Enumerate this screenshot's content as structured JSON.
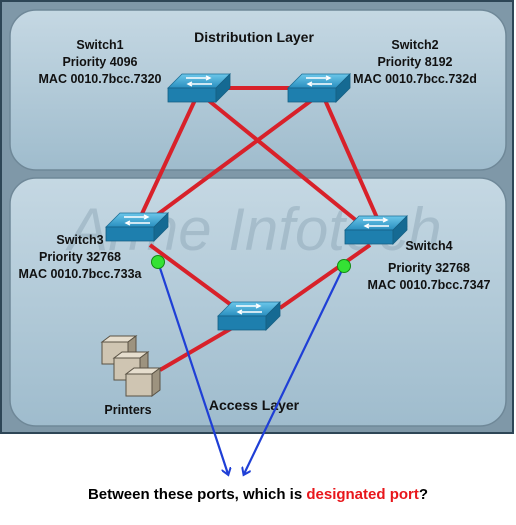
{
  "layers": {
    "distribution": "Distribution Layer",
    "access": "Access Layer"
  },
  "switches": {
    "switch1": {
      "name": "Switch1",
      "priority": "Priority 4096",
      "mac": "MAC 0010.7bcc.7320"
    },
    "switch2": {
      "name": "Switch2",
      "priority": "Priority 8192",
      "mac": "MAC 0010.7bcc.732d"
    },
    "switch3": {
      "name": "Switch3",
      "priority": "Priority 32768",
      "mac": "MAC 0010.7bcc.733a"
    },
    "switch4": {
      "name": "Switch4",
      "priority": "Priority 32768",
      "mac": "MAC 0010.7bcc.7347"
    }
  },
  "printers_label": "Printers",
  "watermark": "Arme Infotech",
  "question": {
    "prefix": "Between these ports, which is ",
    "highlight": "designated port",
    "suffix": "?"
  },
  "colors": {
    "link": "#d8212a",
    "arrow": "#1f3fd6",
    "port_dot": "#34e234",
    "switch": "#2a8fbf",
    "layer_bg": "#a9c3d3",
    "highlight": "#e8161b"
  }
}
